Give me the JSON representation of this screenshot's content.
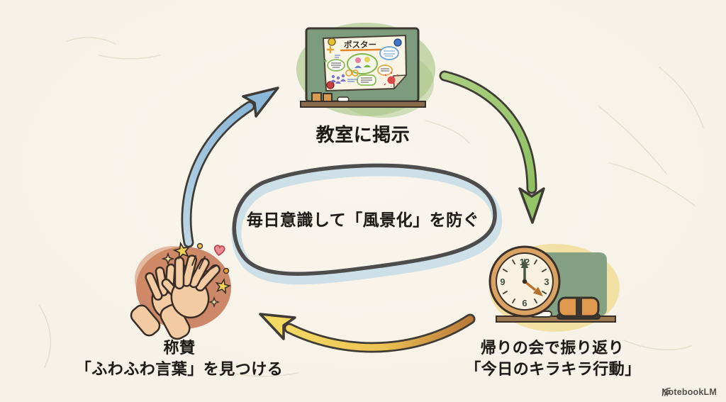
{
  "center_loop": {
    "text": "毎日意識して「風景化」を防ぐ"
  },
  "steps": {
    "classroom": {
      "caption": "教室に掲示",
      "poster_title": "ポスター"
    },
    "reflection": {
      "caption_line1": "帰りの会で振り返り",
      "caption_line2": "「今日のキラキラ行動」",
      "clock": {
        "twelve": "12",
        "three": "3",
        "six": "6",
        "nine": "9"
      }
    },
    "praise": {
      "caption_line1": "称賛",
      "caption_line2": "「ふわふわ言葉」を見つける"
    }
  },
  "cycle_flow": [
    {
      "from": "praise",
      "to": "classroom",
      "arrow_color": "blue"
    },
    {
      "from": "classroom",
      "to": "reflection",
      "arrow_color": "green"
    },
    {
      "from": "reflection",
      "to": "praise",
      "arrow_color": "yellow-orange"
    }
  ],
  "watermark": {
    "text": "NotebookLM"
  },
  "colors": {
    "paper": "#f6f1e6",
    "ink_text": "#1d1b17",
    "loop_ink": "#4d4d4d",
    "loop_shadow_blue": "#c6dbe6",
    "arrow_blue": "#8cb8da",
    "arrow_green": "#94c468",
    "arrow_yellow": "#f4da62",
    "arrow_orange_tail": "#b87838",
    "chalkboard_green": "#7d9c7d",
    "board_blob_green": "#b9cf9b",
    "clock_blob_yellow": "#f1da8e",
    "clock_rim_tan": "#daa263",
    "hands_blob_terracotta": "#c97f5d",
    "hand_skin": "#f2cba3",
    "star_yellow": "#f2d259",
    "heart_pink": "#ec8b94",
    "shelf_brown": "#9b7850"
  }
}
